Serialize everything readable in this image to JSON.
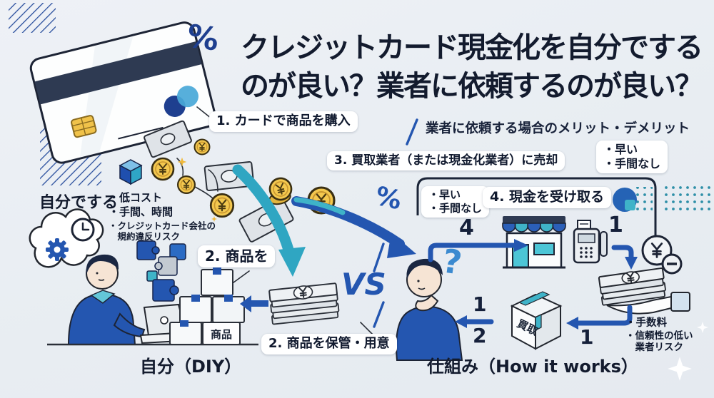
{
  "title": {
    "line1": "クレジットカード現金化を自分でする",
    "line2": "のが良い？業者に依頼するのが良い？"
  },
  "diy": {
    "heading": "自分でする",
    "merits": [
      "・低コスト",
      "・手間、時間"
    ],
    "risks": [
      "・クレジットカード会社の",
      "　規約違反リスク"
    ],
    "step1": "1. カードで商品を購入",
    "step2_short": "2. 商品を",
    "step2_full": "2. 商品を保管・用意",
    "box_label": "商品",
    "caption": "自分（DIY）"
  },
  "agency": {
    "heading": "業者に依頼する場合のメリット・デメリット",
    "step3": "3. 買取業者（または現金化業者）に売却",
    "merits_outside": [
      "・早い",
      "・手間なし"
    ],
    "merits_inside": [
      "・早い",
      "・手間なし"
    ],
    "step4": "4. 現金を受け取る",
    "demerits": [
      "・手数料",
      "・信頼性の低い",
      "　業者リスク"
    ],
    "box_label": "買取",
    "caption": "仕組み（How it works）"
  },
  "versus": "VS",
  "symbols": {
    "percent": "%",
    "question": "?",
    "yen": "¥"
  },
  "flow_numbers": {
    "four": "4",
    "one": "1",
    "two": "2"
  },
  "colors": {
    "background": "#e9edf2",
    "accent_blue": "#2456b0",
    "teal": "#35aec6",
    "navy": "#1b2335",
    "gold": "#f0c24a"
  }
}
